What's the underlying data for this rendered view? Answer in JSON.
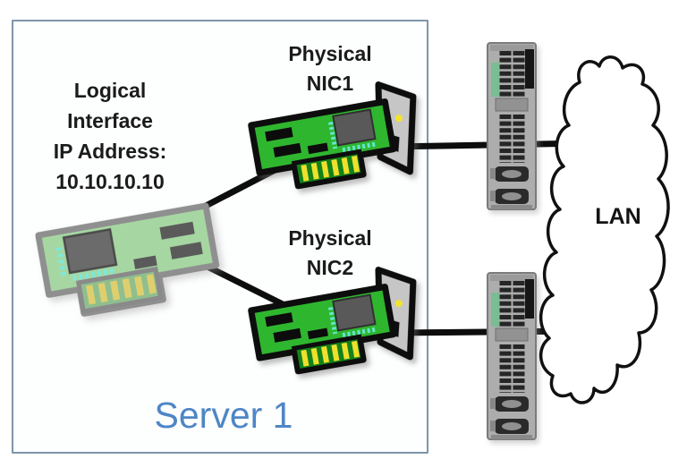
{
  "diagram": {
    "title_context": "Server NIC teaming diagram",
    "server_box": {
      "label": "Server 1"
    },
    "logical_interface": {
      "lines": [
        "Logical",
        "Interface",
        "IP Address:",
        "10.10.10.10"
      ],
      "ip_address": "10.10.10.10"
    },
    "nic1": {
      "line1": "Physical",
      "line2": "NIC1"
    },
    "nic2": {
      "line1": "Physical",
      "line2": "NIC2"
    },
    "lan": {
      "label": "LAN"
    },
    "colors": {
      "server_box_border": "#7E95AA",
      "server_label_blue": "#4E86C6",
      "nic_green": "#2FB62F",
      "nic_pin_yellow": "#EFE02C",
      "chip_teal": "#63E6CC",
      "bracket_gray": "#C6C6C6",
      "switch_gray": "#ADADAD",
      "line_black": "#0d0d0d",
      "text_black": "#1b1b1b"
    }
  }
}
